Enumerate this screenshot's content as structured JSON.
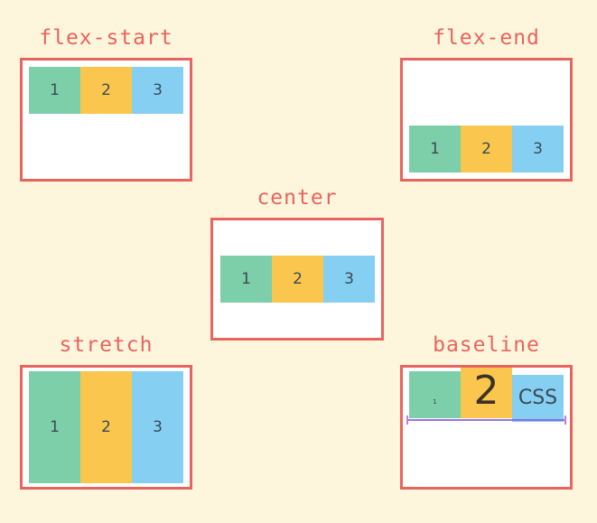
{
  "page": {
    "background_color": "#fdf6dc",
    "title_color": "#e8645f",
    "border_color": "#e8645f",
    "container_fill": "#ffffff",
    "baseline_rule_color": "#8a5ce0"
  },
  "palette": {
    "item_1": "#7ccfa9",
    "item_2": "#fbc64d",
    "item_3": "#85cff2",
    "item_text": "#3a4a52"
  },
  "figures": [
    {
      "id": "flex-start",
      "title": "flex-start",
      "items": [
        {
          "label": "1",
          "color_name": "green"
        },
        {
          "label": "2",
          "color_name": "orange"
        },
        {
          "label": "3",
          "color_name": "blue"
        }
      ]
    },
    {
      "id": "flex-end",
      "title": "flex-end",
      "items": [
        {
          "label": "1",
          "color_name": "green"
        },
        {
          "label": "2",
          "color_name": "orange"
        },
        {
          "label": "3",
          "color_name": "blue"
        }
      ]
    },
    {
      "id": "center",
      "title": "center",
      "items": [
        {
          "label": "1",
          "color_name": "green"
        },
        {
          "label": "2",
          "color_name": "orange"
        },
        {
          "label": "3",
          "color_name": "blue"
        }
      ]
    },
    {
      "id": "stretch",
      "title": "stretch",
      "items": [
        {
          "label": "1",
          "color_name": "green"
        },
        {
          "label": "2",
          "color_name": "orange"
        },
        {
          "label": "3",
          "color_name": "blue"
        }
      ]
    },
    {
      "id": "baseline",
      "title": "baseline",
      "items": [
        {
          "label": "1",
          "color_name": "green"
        },
        {
          "label": "2",
          "color_name": "orange"
        },
        {
          "label": "CSS",
          "color_name": "blue"
        }
      ]
    }
  ]
}
